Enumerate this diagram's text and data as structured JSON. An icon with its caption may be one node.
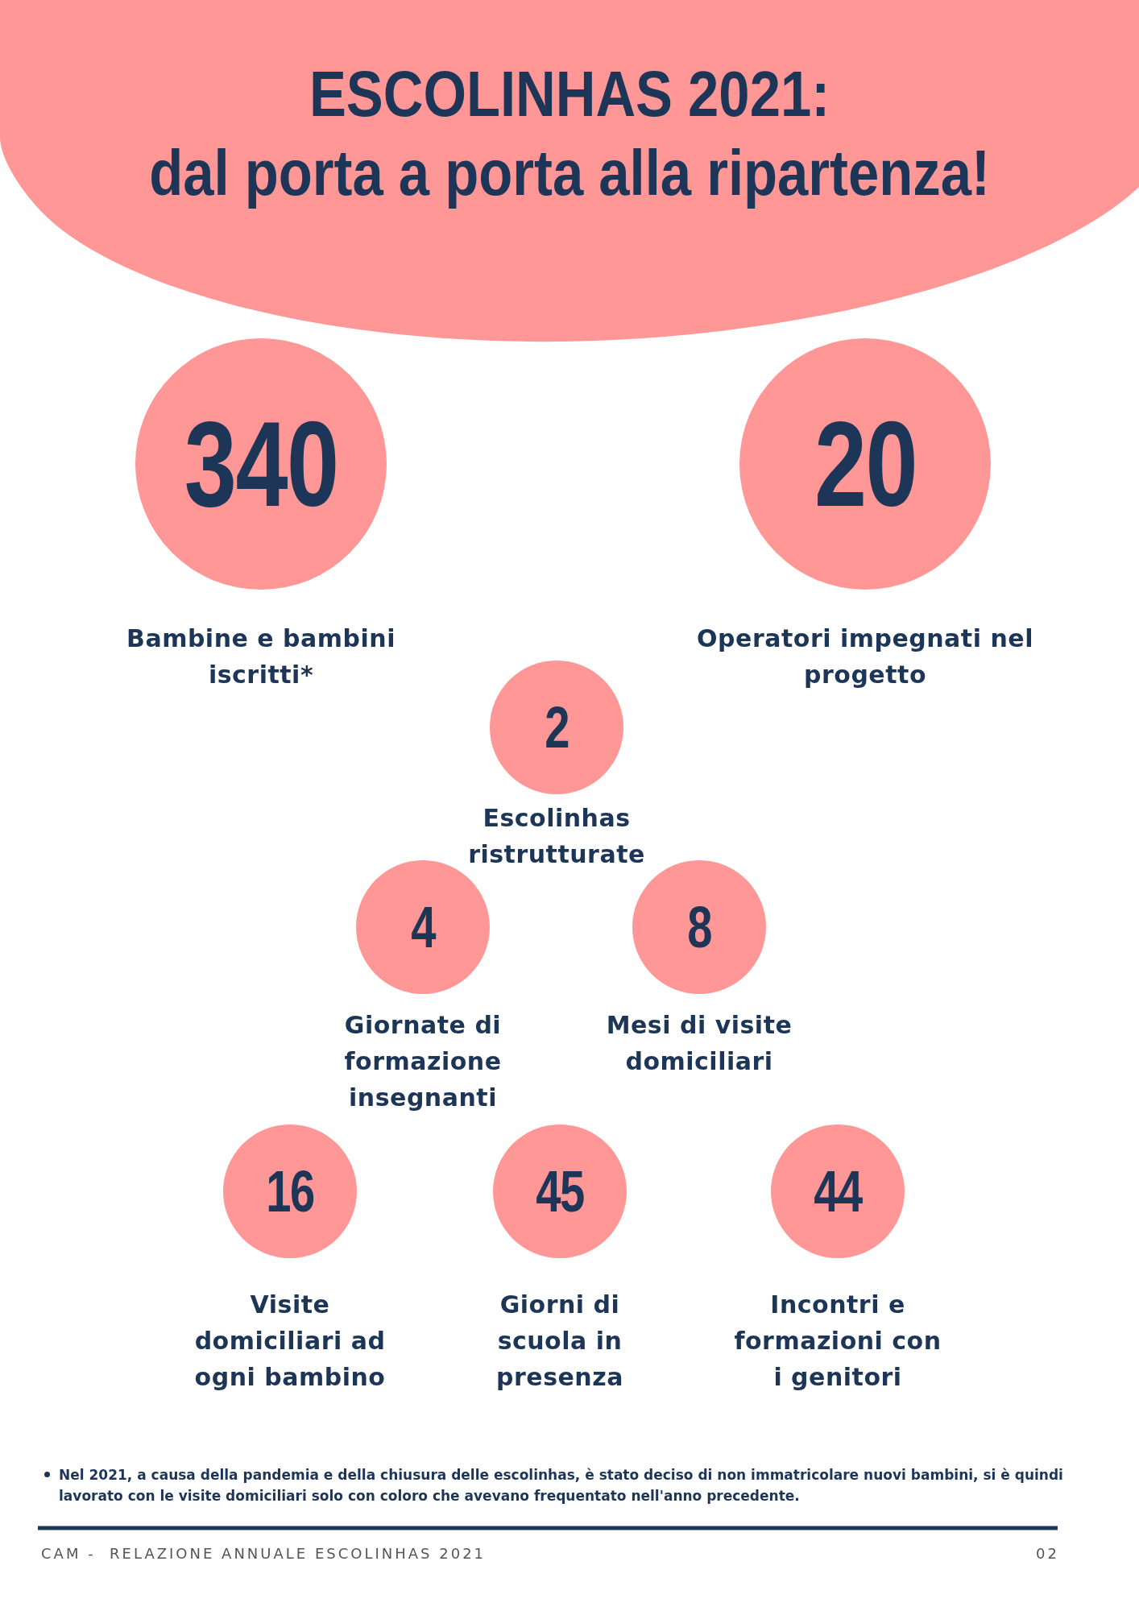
{
  "diagram": {
    "title": "ESCOLINHAS 2021: dal porta a porta alla ripartenza!",
    "nodes": [
      {
        "text": [
          "340"
        ],
        "beside": [
          "Bambine e bambini iscritti*"
        ]
      },
      {
        "text": [
          "20"
        ],
        "beside": [
          "Operatori impegnati nel progetto"
        ]
      },
      {
        "text": [
          "2"
        ],
        "beside": [
          "Escolinhas ristrutturate"
        ]
      },
      {
        "text": [
          "4"
        ],
        "beside": [
          "Giornate di formazione insegnanti"
        ]
      },
      {
        "text": [
          "8"
        ],
        "beside": [
          "Mesi di visite domiciliari"
        ]
      },
      {
        "text": [
          "16"
        ],
        "beside": [
          "Visite domiciliari ad ogni bambino"
        ]
      },
      {
        "text": [
          "45"
        ],
        "beside": [
          "Giorni di scuola in presenza"
        ]
      },
      {
        "text": [
          "44"
        ],
        "beside": [
          "Incontri e formazioni con i genitori"
        ]
      }
    ],
    "edges": [],
    "labels": [
      "Nel 2021, a causa della pandemia e della chiusura delle escolinhas, è stato deciso di non immatricolare nuovi bambini, si è quindi lavorato con le visite domiciliari solo con coloro che avevano frequentato nell'anno precedente.",
      "CAM -  RELAZIONE ANNUALE ESCOLINHAS 2021",
      "02"
    ]
  }
}
